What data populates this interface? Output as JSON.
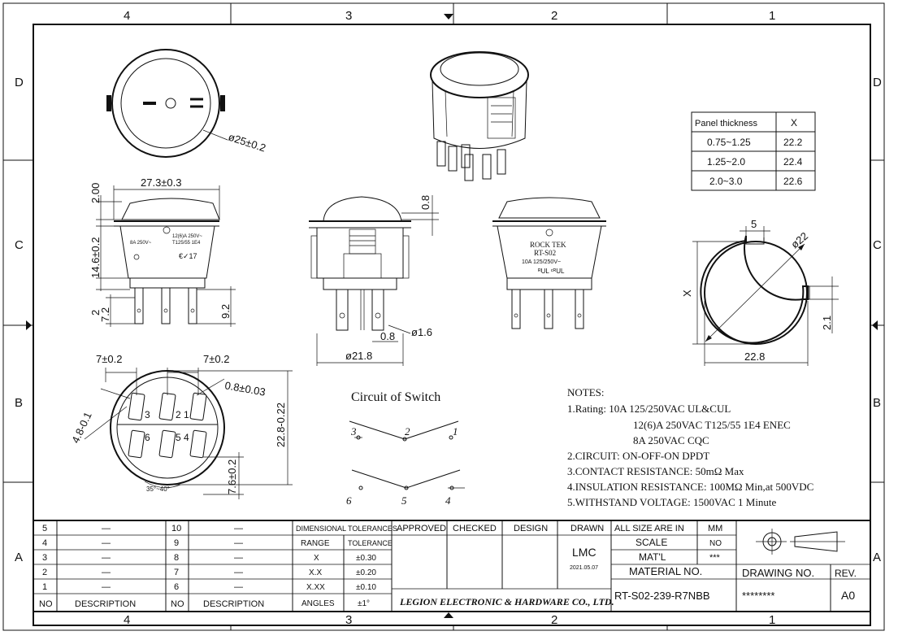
{
  "border": {
    "columns_top": [
      "4",
      "3",
      "2",
      "1"
    ],
    "columns_bottom": [
      "4",
      "3",
      "2",
      "1"
    ],
    "rows_left": [
      "D",
      "C",
      "B",
      "A"
    ],
    "rows_right": [
      "D",
      "C",
      "B",
      "A"
    ]
  },
  "panel_table": {
    "headers": [
      "Panel thickness",
      "X"
    ],
    "rows": [
      [
        "0.75~1.25",
        "22.2"
      ],
      [
        "1.25~2.0",
        "22.4"
      ],
      [
        "2.0~3.0",
        "22.6"
      ]
    ]
  },
  "dimensions": {
    "top_diameter": "ø25±0.2",
    "width": "27.3±0.3",
    "height_top": "2.00",
    "height_body": "14.6±0.2",
    "pin_2": "2",
    "pin_72": "7.2",
    "pin_92": "9.2",
    "top_08": "0.8",
    "pin_gap_08": "0.8",
    "pin_dia": "ø1.6",
    "front_width": "ø21.8",
    "cut_5": "5",
    "cut_dia": "ø22",
    "cut_x": "X",
    "cut_21": "2.1",
    "cut_width": "22.8",
    "bottom_7a": "7±0.2",
    "bottom_7b": "7±0.2",
    "bottom_08": "0.8±0.03",
    "bottom_48": "4.8-0.1",
    "bottom_228": "22.8-0.22",
    "bottom_76": "7.6±0.2",
    "bottom_angle": "35°~40°"
  },
  "labels": {
    "left_rating_1": "8A 250V~",
    "left_rating_2a": "12(6)A 250V~",
    "left_rating_2b": "T125/55 1E4",
    "front_brand": "ROCK TEK",
    "front_model": "RT-S02",
    "front_rating": "10A 125/250V~",
    "front_ul": "ᴿUL ᶜᴿUL"
  },
  "circuit": {
    "title": "Circuit of Switch",
    "top_pins": [
      "3",
      "2",
      "1"
    ],
    "bottom_pins": [
      "6",
      "5",
      "4"
    ],
    "bottom_view_pins": [
      "3",
      "2",
      "1",
      "6",
      "5",
      "4"
    ]
  },
  "notes": {
    "title": "NOTES:",
    "lines": [
      "1.Rating: 10A 125/250VAC UL&CUL",
      "12(6)A 250VAC T125/55 1E4 ENEC",
      "8A 250VAC CQC",
      "2.CIRCUIT: ON-OFF-ON DPDT",
      "3.CONTACT RESISTANCE: 50mΩ Max",
      "4.INSULATION RESISTANCE: 100MΩ Min,at 500VDC",
      "5.WITHSTAND VOLTAGE: 1500VAC 1 Minute"
    ]
  },
  "title_block": {
    "rev_rows": [
      {
        "num": "5",
        "desc": "—",
        "num2": "10",
        "desc2": "—"
      },
      {
        "num": "4",
        "desc": "—",
        "num2": "9",
        "desc2": "—"
      },
      {
        "num": "3",
        "desc": "—",
        "num2": "8",
        "desc2": "—"
      },
      {
        "num": "2",
        "desc": "—",
        "num2": "7",
        "desc2": "—"
      },
      {
        "num": "1",
        "desc": "—",
        "num2": "6",
        "desc2": "—"
      }
    ],
    "no_label": "NO",
    "description_label": "DESCRIPTION",
    "tolerance_title": "DIMENSIONAL TOLERANCES",
    "tolerance_header": [
      "RANGE",
      "TOLERANCE"
    ],
    "tolerance_rows": [
      [
        "X",
        "±0.30"
      ],
      [
        "X.X",
        "±0.20"
      ],
      [
        "X.XX",
        "±0.10"
      ],
      [
        "ANGLES",
        "±1°"
      ]
    ],
    "approved": "APPROVED",
    "checked": "CHECKED",
    "design": "DESIGN",
    "drawn": "DRAWN",
    "drawn_by": "LMC",
    "drawn_date": "2021.05.07",
    "company": "LEGION ELECTRONIC & HARDWARE CO., LTD.",
    "all_size": "ALL SIZE ARE IN",
    "unit": "MM",
    "scale_label": "SCALE",
    "scale_value": "NO",
    "mat_label": "MAT'L",
    "mat_value": "***",
    "material_no_label": "MATERIAL NO.",
    "material_no": "RT-S02-239-R7NBB",
    "drawing_no_label": "DRAWING NO.",
    "drawing_no": "********",
    "rev_label": "REV.",
    "rev": "A0"
  }
}
